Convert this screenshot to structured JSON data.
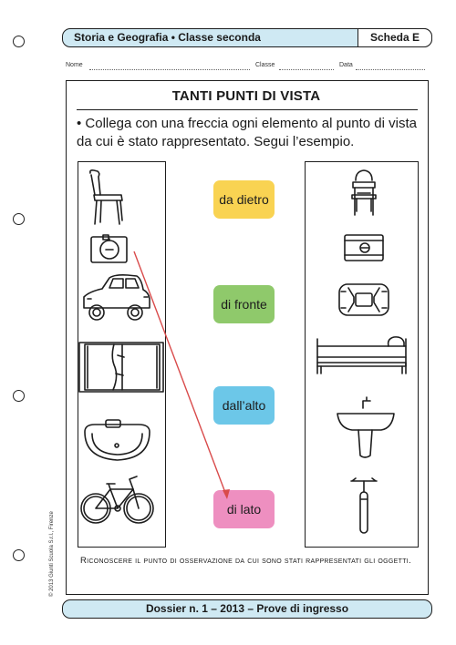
{
  "header": {
    "subject": "Storia e Geografia • Classe seconda",
    "sheet": "Scheda E"
  },
  "fields": {
    "nome": "Nome",
    "classe": "Classe",
    "data": "Data"
  },
  "title": "TANTI PUNTI DI VISTA",
  "instruction": "• Collega con una freccia ogni elemento al punto di vista da cui è stato rappresentato. Segui l’esempio.",
  "labels": [
    {
      "text": "da dietro",
      "color": "#f9d352"
    },
    {
      "text": "di fronte",
      "color": "#8fc96b"
    },
    {
      "text": "dall’alto",
      "color": "#6cc7e8"
    },
    {
      "text": "di lato",
      "color": "#ee8fc0"
    }
  ],
  "left_items": [
    "chair-side-icon",
    "sharpener-top-icon",
    "car-side-icon",
    "bed-top-icon",
    "sink-top-icon",
    "bicycle-side-icon"
  ],
  "right_items": [
    "chair-back-icon",
    "sharpener-side-icon",
    "car-top-icon",
    "bed-side-icon",
    "sink-front-icon",
    "bicycle-front-icon"
  ],
  "footer_text": "Riconoscere il punto di osservazione da cui sono stati rappresentati gli oggetti.",
  "bottom_band": "Dossier n. 1 – 2013 – Prove di ingresso",
  "credit": "© 2013 Giunti Scuola S.r.l., Firenze",
  "arrow_color": "#d94b4b"
}
